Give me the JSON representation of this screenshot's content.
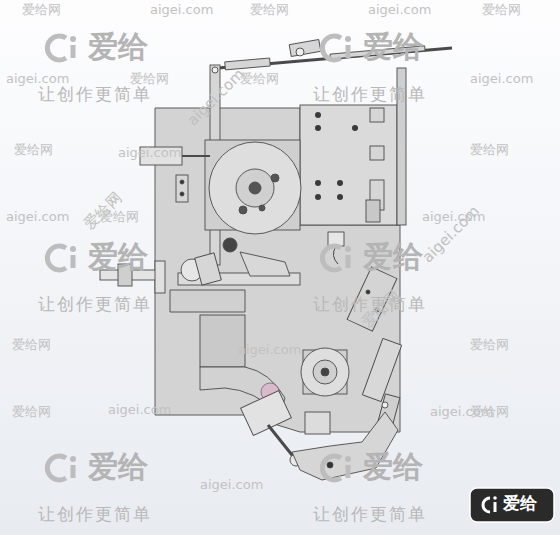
{
  "diagram": {
    "labels": [
      "爱给网",
      "aigei.com",
      "爱给网",
      "aigei.com",
      "爱给网",
      "爱给",
      "让创作更简单",
      "爱给",
      "让创作更简单",
      "aigei.com",
      "爱给网",
      "aigei.com",
      "爱给网",
      "爱给网",
      "aigei.com",
      "爱给网",
      "aigei.com",
      "爱给网",
      "aigei.com",
      "爱给",
      "让创作更简单",
      "爱给",
      "让创作更简单",
      "爱给网",
      "aigei.com",
      "爱给网",
      "aigei.com",
      "爱给网",
      "aigei.com",
      "爱给网",
      "aigei.com",
      "爱给",
      "让创作更简单",
      "爱给",
      "让创作更简单",
      "爱给网",
      "aigei.com",
      "爱给网",
      "aigei.com",
      "爱给"
    ]
  }
}
